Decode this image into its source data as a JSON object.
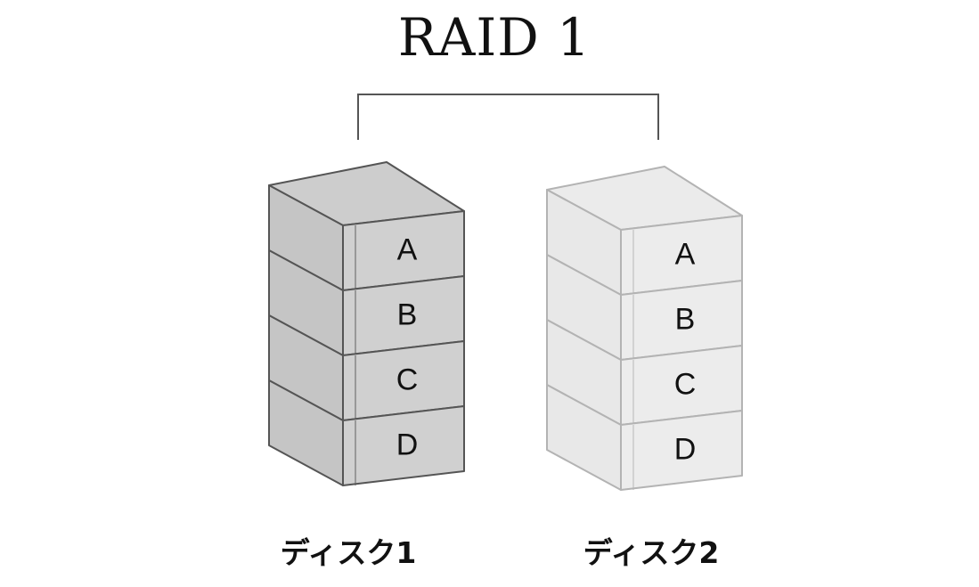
{
  "title": "RAID 1",
  "disks": [
    {
      "caption": "ディスク1",
      "blocks": [
        "A",
        "B",
        "C",
        "D"
      ],
      "colors": {
        "top": "#cdcdcd",
        "side": "#c5c5c5",
        "front": "#d0d0d0",
        "stroke": "#555555"
      }
    },
    {
      "caption": "ディスク2",
      "blocks": [
        "A",
        "B",
        "C",
        "D"
      ],
      "colors": {
        "top": "#ebebeb",
        "side": "#e8e8e8",
        "front": "#ececec",
        "stroke": "#b3b3b3"
      }
    }
  ],
  "bracket_color": "#555555"
}
